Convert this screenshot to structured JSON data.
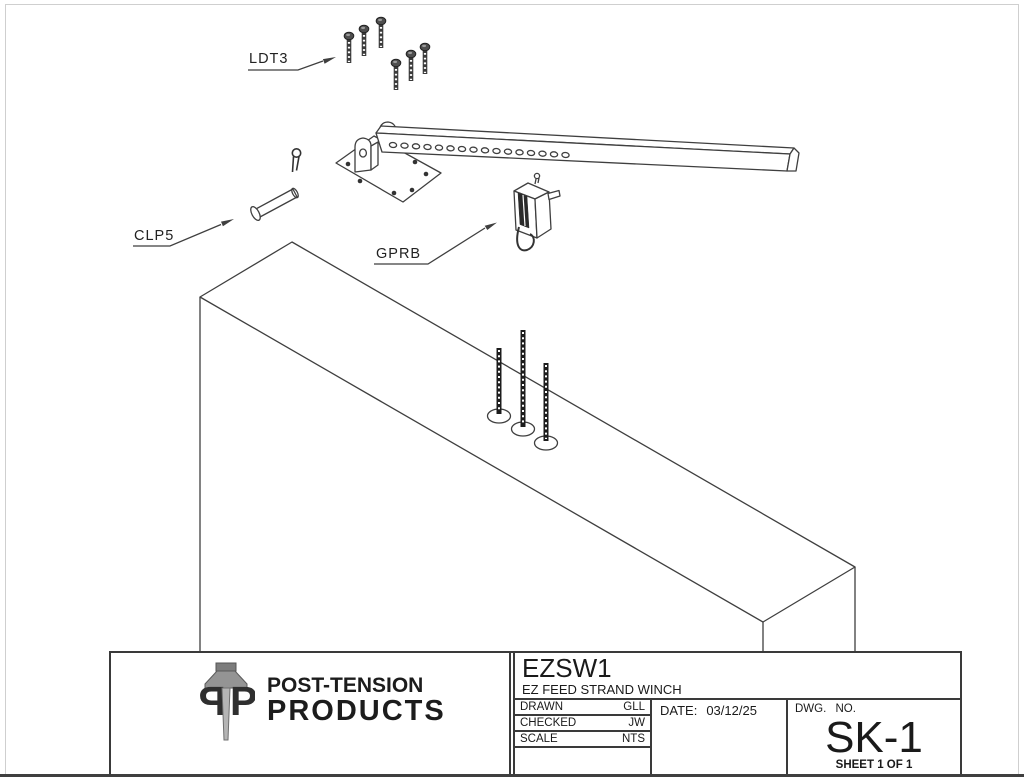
{
  "part_labels": {
    "ldt3": "LDT3",
    "clp5": "CLP5",
    "gprb": "GPRB"
  },
  "logo": {
    "line1": "POST-TENSION",
    "line2": "PRODUCTS",
    "monogram_left": "P",
    "monogram_right": "P"
  },
  "title_block": {
    "part_number": "EZSW1",
    "description": "EZ FEED STRAND WINCH",
    "fields": [
      {
        "label": "DRAWN",
        "value": "GLL"
      },
      {
        "label": "CHECKED",
        "value": "JW"
      },
      {
        "label": "SCALE",
        "value": "NTS"
      }
    ],
    "date_label": "DATE:",
    "date_value": "03/12/25",
    "dwg_no_label": "DWG. NO.",
    "dwg_no": "SK-1",
    "sheet_label": "SHEET 1 OF 1"
  },
  "colors": {
    "line": "#3f3f3f",
    "text": "#1a1a1a",
    "logo_gray": "#949494"
  }
}
